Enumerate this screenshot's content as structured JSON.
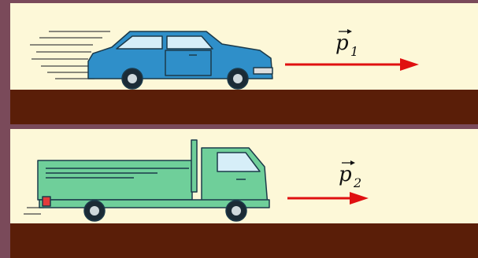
{
  "panels": [
    {
      "vehicle": "car",
      "vehicle_color": "#2f8fc9",
      "label": {
        "symbol": "p",
        "subscript": "1"
      },
      "arrow_color": "#e01010"
    },
    {
      "vehicle": "truck",
      "vehicle_color": "#6fcf9a",
      "label": {
        "symbol": "p",
        "subscript": "2"
      },
      "arrow_color": "#e01010"
    }
  ],
  "colors": {
    "frame": "#7a4a5a",
    "sky": "#fdf8d8",
    "ground": "#5a1e08",
    "outline": "#1c3a4a"
  }
}
